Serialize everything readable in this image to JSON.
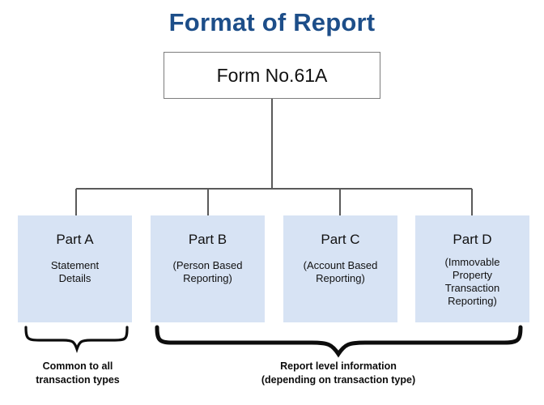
{
  "page": {
    "title": "Format of Report",
    "background_color": "#ffffff",
    "title_color": "#1d4e89"
  },
  "root": {
    "label": "Form No.61A",
    "fill_color": "#ffffff",
    "border_color": "#7d7d7d"
  },
  "parts": [
    {
      "title": "Part A",
      "subtitle": "Statement\nDetails",
      "fill_color": "#d7e3f4"
    },
    {
      "title": "Part B",
      "subtitle": "(Person Based\nReporting)",
      "fill_color": "#d7e3f4"
    },
    {
      "title": "Part C",
      "subtitle": "(Account Based\nReporting)",
      "fill_color": "#d7e3f4"
    },
    {
      "title": "Part D",
      "subtitle": "(Immovable\nProperty\nTransaction\nReporting)",
      "fill_color": "#d7e3f4"
    }
  ],
  "captions": {
    "left": "Common to all\ntransaction types",
    "right": "Report level information\n(depending on transaction type)"
  },
  "connectors": {
    "line_color": "#5a5a5a",
    "brace_color": "#000000"
  }
}
